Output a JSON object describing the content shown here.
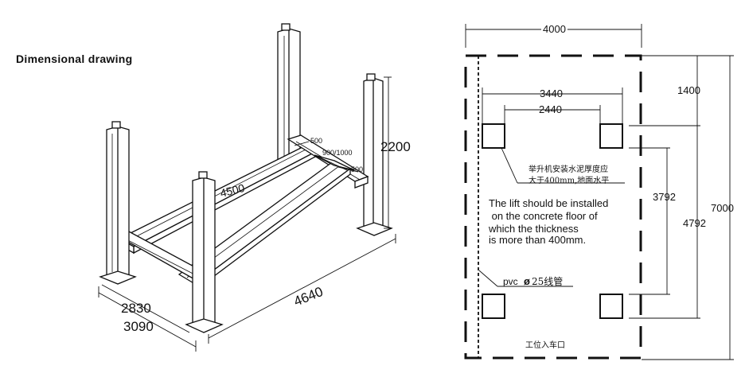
{
  "title": "Dimensional drawing",
  "iso": {
    "height": "2200",
    "length_inner": "4500",
    "depth_inner": "2830",
    "depth_outer": "3090",
    "length_outer": "4640",
    "dim_500_top": "500",
    "dim_900_1000": "900/1000",
    "dim_500_side": "500"
  },
  "plan": {
    "width_total": "4000",
    "width_outer_posts": "3440",
    "width_inner_posts": "2440",
    "offset_top": "1400",
    "post_span_inner": "3792",
    "post_span_outer": "4792",
    "length_total": "7000",
    "note_cn_line1": "举升机安装水泥厚度应",
    "note_cn_line2": "大于400mm,地面水平",
    "note_en_line1": "The lift should be installed",
    "note_en_line2": " on the concrete floor of",
    "note_en_line3": "which the thickness",
    "note_en_line4": "is more than 400mm.",
    "pvc_prefix": "pvc",
    "pvc_symbol": "ø",
    "pvc_text": "25线管",
    "entrance_label": "工位入车口"
  }
}
